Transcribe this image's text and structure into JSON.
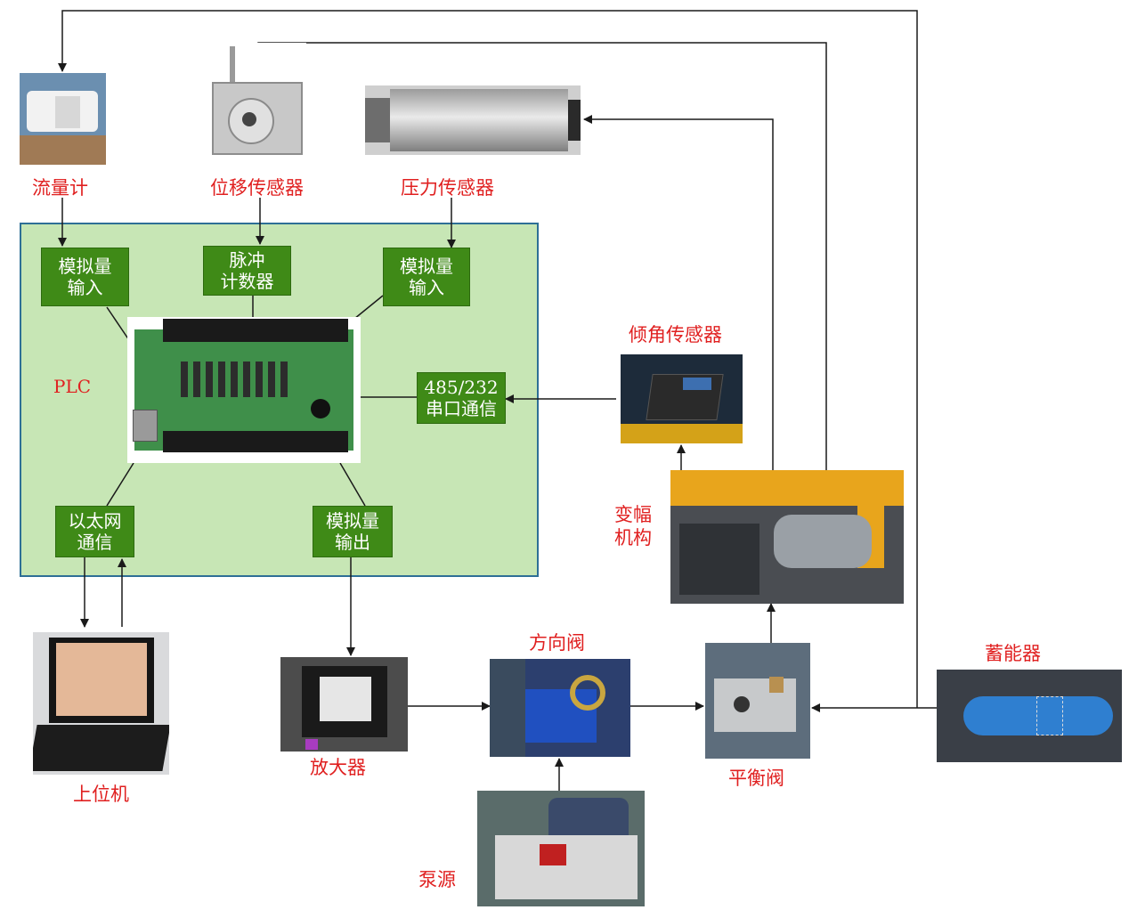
{
  "labels": {
    "flowmeter": "流量计",
    "displacement": "位移传感器",
    "pressure": "压力传感器",
    "tilt": "倾角传感器",
    "luffing_line1": "变幅",
    "luffing_line2": "机构",
    "accumulator": "蓄能器",
    "host": "上位机",
    "amplifier": "放大器",
    "directional_valve": "方向阀",
    "balance_valve": "平衡阀",
    "pump": "泵源",
    "plc": "PLC"
  },
  "modules": {
    "analog_in_left": [
      "模拟量",
      "输入"
    ],
    "pulse_counter": [
      "脉冲",
      "计数器"
    ],
    "analog_in_right": [
      "模拟量",
      "输入"
    ],
    "serial": [
      "485/232",
      "串口通信"
    ],
    "ethernet": [
      "以太网",
      "通信"
    ],
    "analog_out": [
      "模拟量",
      "输出"
    ]
  },
  "colors": {
    "panel_fill": "#c7e6b5",
    "panel_border": "#2e6f96",
    "module_fill": "#3f8a17",
    "label_red": "#e02020",
    "line": "#1a1a1a"
  },
  "icons": [
    "flowmeter-photo",
    "displacement-sensor-photo",
    "pressure-sensor-photo",
    "plc-board-photo",
    "tilt-sensor-photo",
    "luffing-mechanism-photo",
    "accumulator-photo",
    "host-computer-photo",
    "amplifier-photo",
    "directional-valve-photo",
    "balance-valve-photo",
    "pump-photo"
  ]
}
